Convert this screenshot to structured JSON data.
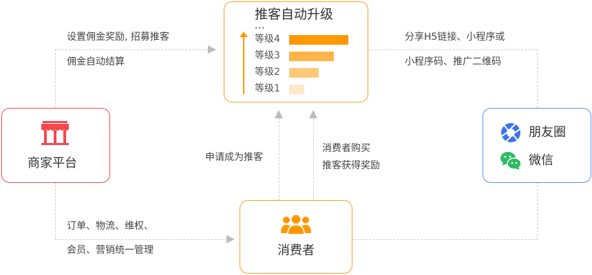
{
  "center": {
    "title": "推客自动升级",
    "ellipsis": "•••",
    "levels": [
      {
        "label": "等级4",
        "value": 4,
        "color": "#ff9800"
      },
      {
        "label": "等级3",
        "value": 3,
        "color": "#ffb44a"
      },
      {
        "label": "等级2",
        "value": 2,
        "color": "#ffc97a"
      },
      {
        "label": "等级1",
        "value": 1,
        "color": "#ffe9cc"
      }
    ]
  },
  "merchant": {
    "label": "商家平台",
    "icon": "storefront-icon",
    "color": "#f5484d"
  },
  "consumer": {
    "label": "消费者",
    "icon": "users-icon",
    "color": "#ff9800"
  },
  "social": {
    "color": "#5b8ff9",
    "items": [
      {
        "label": "朋友圈",
        "icon": "moments-icon",
        "color": "#3a74f0"
      },
      {
        "label": "微信",
        "icon": "wechat-icon",
        "color": "#2dbb63"
      }
    ]
  },
  "edges": {
    "merchant_to_center": [
      "设置佣金奖励, 招募推客",
      "佣金自动结算"
    ],
    "social_to_center": [
      "分享H5链接、小程序或",
      "小程序码、推广二维码"
    ],
    "merchant_to_consumer": [
      "订单、物流、维权、",
      "会员、营销统一管理"
    ],
    "consumer_apply": [
      "申请成为推客"
    ],
    "consumer_buy": [
      "消费者购买",
      "推客获得奖励"
    ]
  }
}
